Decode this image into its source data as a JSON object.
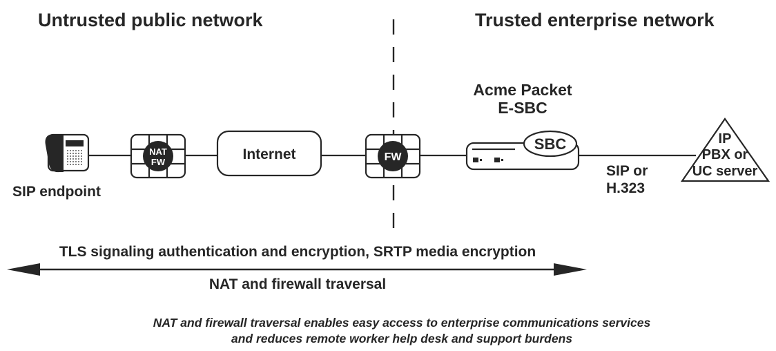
{
  "headers": {
    "left": "Untrusted public network",
    "right": "Trusted enterprise network"
  },
  "nodes": {
    "endpoint_label": "SIP endpoint",
    "nat_fw_top": "NAT",
    "nat_fw_bottom": "FW",
    "internet": "Internet",
    "firewall": "FW",
    "sbc_title_line1": "Acme Packet",
    "sbc_title_line2": "E-SBC",
    "sbc_badge": "SBC",
    "protocol_line1": "SIP or",
    "protocol_line2": "H.323",
    "pbx_line1": "IP",
    "pbx_line2": "PBX or",
    "pbx_line3": "UC server"
  },
  "arrow": {
    "top_label": "TLS signaling authentication and encryption, SRTP media encryption",
    "bottom_label": "NAT and firewall traversal"
  },
  "caption": {
    "line1": "NAT and firewall traversal enables easy access to enterprise communications services",
    "line2": "and reduces remote worker help desk and support burdens"
  },
  "colors": {
    "ink": "#262626",
    "background": "#ffffff"
  }
}
